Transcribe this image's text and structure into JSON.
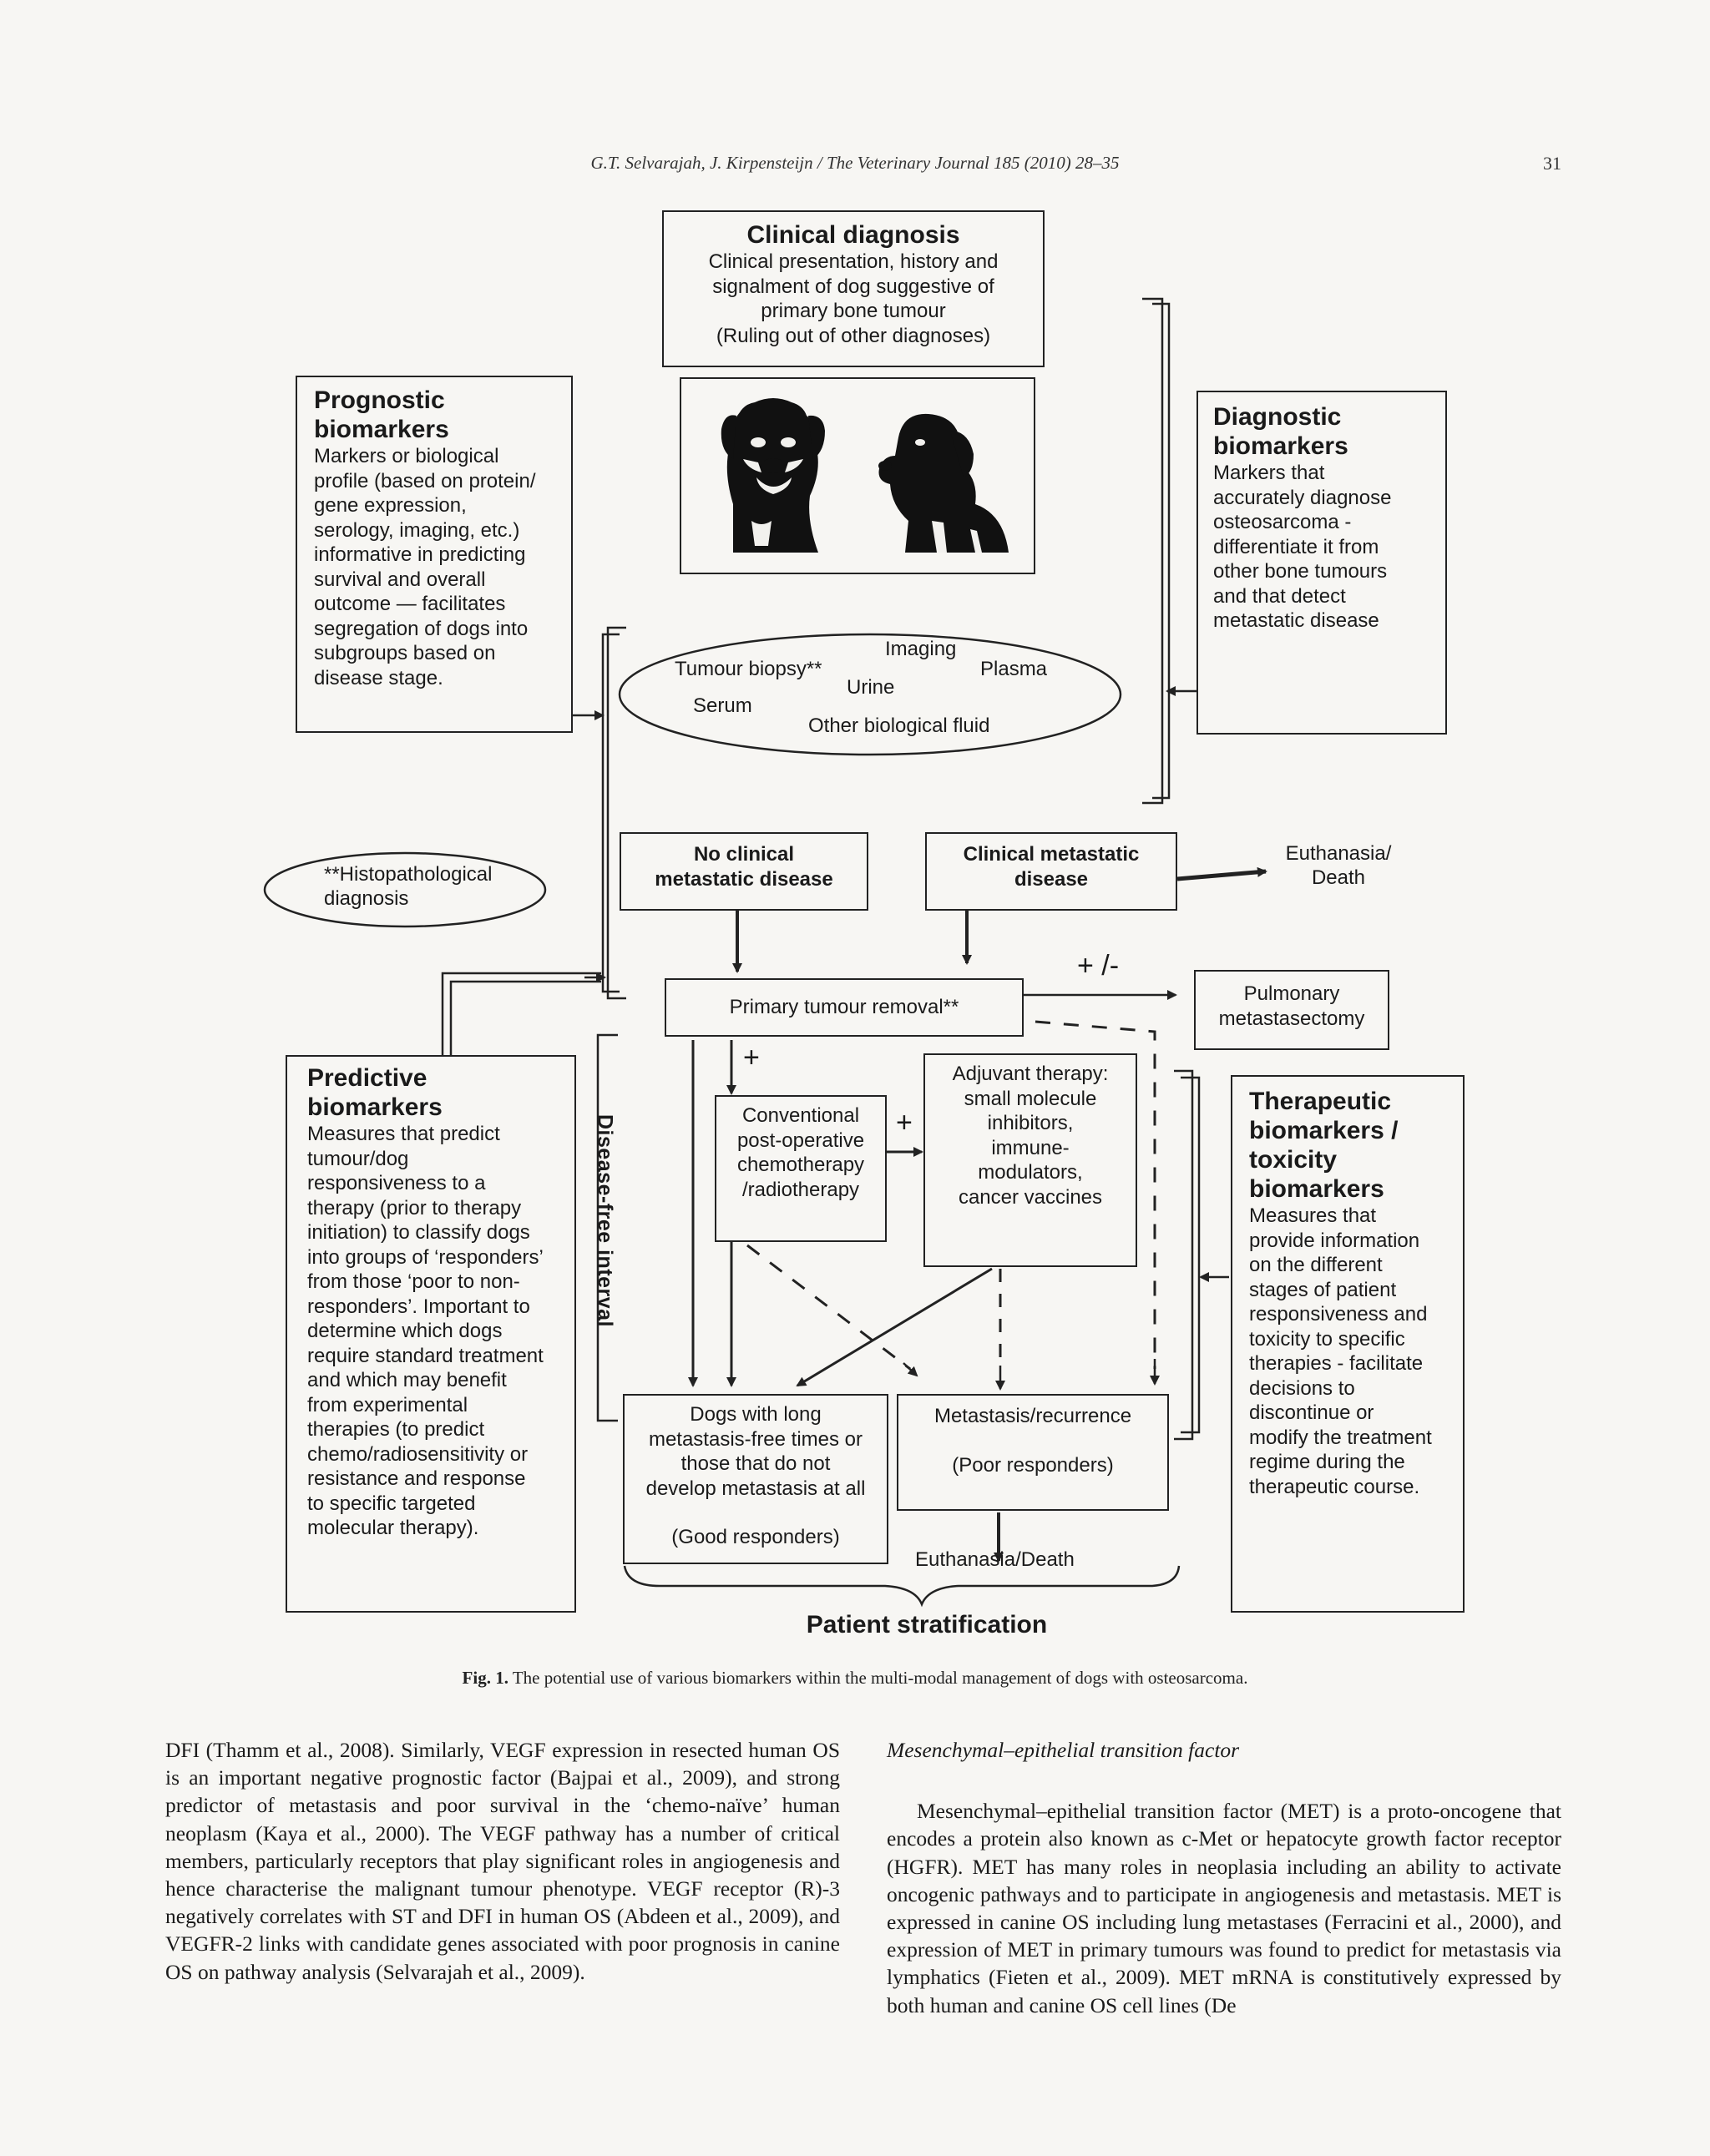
{
  "header": {
    "running_head": "G.T. Selvarajah, J. Kirpensteijn / The Veterinary Journal 185 (2010) 28–35",
    "page_number": "31"
  },
  "figure": {
    "clinical_diagnosis": {
      "title": "Clinical diagnosis",
      "lines": [
        "Clinical presentation, history and",
        "signalment of dog suggestive of",
        "primary bone tumour",
        "(Ruling out of other diagnoses)"
      ]
    },
    "prognostic": {
      "title_lines": [
        "Prognostic",
        "biomarkers"
      ],
      "lines": [
        "Markers or biological",
        "profile (based on protein/",
        "gene expression,",
        "serology, imaging, etc.)",
        "informative in predicting",
        "survival and overall",
        "outcome — facilitates",
        "segregation of dogs into",
        "subgroups based on",
        "disease stage."
      ]
    },
    "diagnostic": {
      "title_lines": [
        "Diagnostic",
        "biomarkers"
      ],
      "lines": [
        "Markers that",
        "accurately diagnose",
        "osteosarcoma -",
        "differentiate it from",
        "other bone tumours",
        "and that detect",
        "metastatic disease"
      ]
    },
    "samples": {
      "imaging": "Imaging",
      "tumour_biopsy": "Tumour biopsy**",
      "plasma": "Plasma",
      "urine": "Urine",
      "serum": "Serum",
      "other_fluid": "Other biological fluid"
    },
    "histopathological": [
      "**Histopathological",
      "diagnosis"
    ],
    "no_clinical": [
      "No clinical",
      "metastatic disease"
    ],
    "clinical_metastatic": [
      "Clinical metastatic",
      "disease"
    ],
    "euthanasia_top": [
      "Euthanasia/",
      "Death"
    ],
    "plus_minus": "+ /-",
    "primary_removal": "Primary tumour removal**",
    "pulmonary": [
      "Pulmonary",
      "metastasectomy"
    ],
    "predictive": {
      "title_lines": [
        "Predictive",
        "biomarkers"
      ],
      "lines": [
        "Measures that predict",
        "tumour/dog",
        "responsiveness to a",
        "therapy (prior to therapy",
        "initiation) to classify dogs",
        "into groups of ‘responders’",
        "from those ‘poor to non-",
        "responders’. Important to",
        "determine which dogs",
        "require standard treatment",
        "and which may benefit",
        "from experimental",
        "therapies (to predict",
        "chemo/radiosensitivity or",
        "resistance and response",
        "to specific targeted",
        "molecular therapy)."
      ]
    },
    "dfi_label": "Disease-free interval",
    "plus_sign": "+",
    "conventional": [
      "Conventional",
      "post-operative",
      "chemotherapy",
      "/radiotherapy"
    ],
    "adjuvant": [
      "Adjuvant therapy:",
      "small molecule",
      "inhibitors,",
      "immune-",
      "modulators,",
      "cancer vaccines"
    ],
    "therapeutic": {
      "title_lines": [
        "Therapeutic",
        "biomarkers /",
        "toxicity",
        "biomarkers"
      ],
      "lines": [
        "Measures that",
        "provide information",
        "on the different",
        "stages of patient",
        "responsiveness and",
        "toxicity to specific",
        "therapies - facilitate",
        "decisions to",
        "discontinue or",
        "modify the treatment",
        "regime during the",
        "therapeutic course."
      ]
    },
    "good_responders": [
      "Dogs with long",
      "metastasis-free times or",
      "those that do not",
      "develop metastasis at all",
      "",
      "(Good responders)"
    ],
    "poor_responders": [
      "Metastasis/recurrence",
      "",
      "(Poor responders)"
    ],
    "euthanasia_bottom": "Euthanasia/Death",
    "stratification": "Patient stratification"
  },
  "caption": {
    "label": "Fig. 1.",
    "text": "The potential use of various biomarkers within the multi-modal management of dogs with osteosarcoma."
  },
  "body": {
    "left_paragraph": "DFI (Thamm et al., 2008). Similarly, VEGF expression in resected human OS is an important negative prognostic factor (Bajpai et al., 2009), and strong predictor of metastasis and poor survival in the ‘chemo-naïve’ human neoplasm (Kaya et al., 2000). The VEGF pathway has a number of critical members, particularly receptors that play significant roles in angiogenesis and hence characterise the malignant tumour phenotype. VEGF receptor (R)-3 negatively correlates with ST and DFI in human OS (Abdeen et al., 2009), and VEGFR-2 links with candidate genes associated with poor prognosis in canine OS on pathway analysis (Selvarajah et al., 2009).",
    "right_heading": "Mesenchymal–epithelial transition factor",
    "right_paragraph": "Mesenchymal–epithelial transition factor (MET) is a proto-oncogene that encodes a protein also known as c-Met or hepatocyte growth factor receptor (HGFR). MET has many roles in neoplasia including an ability to activate oncogenic pathways and to participate in angiogenesis and metastasis. MET is expressed in canine OS including lung metastases (Ferracini et al., 2000), and expression of MET in primary tumours was found to predict for metastasis via lymphatics (Fieten et al., 2009). MET mRNA is constitutively expressed by both human and canine OS cell lines (De"
  }
}
